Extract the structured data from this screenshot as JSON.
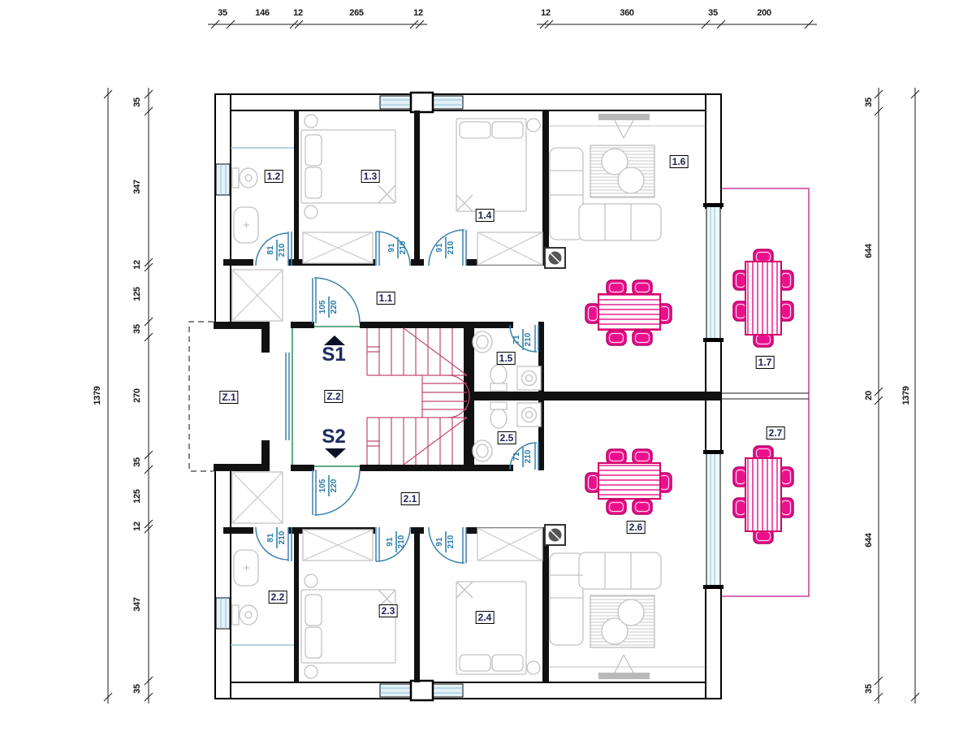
{
  "dimensions": {
    "top": [
      "35",
      "146",
      "12",
      "265",
      "12",
      "12",
      "360",
      "35",
      "200"
    ],
    "left": [
      "35",
      "347",
      "12",
      "125",
      "35",
      "270",
      "35",
      "125",
      "12",
      "347",
      "35"
    ],
    "left_overall": "1379",
    "right": [
      "35",
      "644",
      "20",
      "644",
      "35"
    ],
    "right_overall": "1379"
  },
  "rooms": {
    "r11": "1.1",
    "r12": "1.2",
    "r13": "1.3",
    "r14": "1.4",
    "r15": "1.5",
    "r16": "1.6",
    "r17": "1.7",
    "r21": "2.1",
    "r22": "2.2",
    "r23": "2.3",
    "r24": "2.4",
    "r25": "2.5",
    "r26": "2.6",
    "r27": "2.7",
    "z1": "Z.1",
    "z2": "Z.2"
  },
  "stairs": {
    "up": "S1",
    "down": "S2"
  },
  "doors": {
    "bath1": {
      "w": "81",
      "h": "210"
    },
    "bed13": {
      "w": "91",
      "h": "210"
    },
    "bed14": {
      "w": "91",
      "h": "210"
    },
    "entry1": {
      "w": "105",
      "h": "220"
    },
    "wc1": {
      "w": "71",
      "h": "210"
    },
    "wc2": {
      "w": "71",
      "h": "210"
    },
    "entry2": {
      "w": "105",
      "h": "220"
    },
    "bath2": {
      "w": "81",
      "h": "210"
    },
    "bed23": {
      "w": "91",
      "h": "210"
    },
    "bed24": {
      "w": "91",
      "h": "210"
    }
  },
  "colors": {
    "wall": "#000000",
    "door_arc": "#3b82ad",
    "window_glass": "#bfe0ee",
    "terrace_outline": "#c73a9c",
    "dining_pink": "#ec0f8c",
    "stair_red": "#c24a71",
    "stair_room_outline": "#2f8f5b",
    "label_text": "#1c2257",
    "furniture_gray": "#c2c2c2"
  }
}
